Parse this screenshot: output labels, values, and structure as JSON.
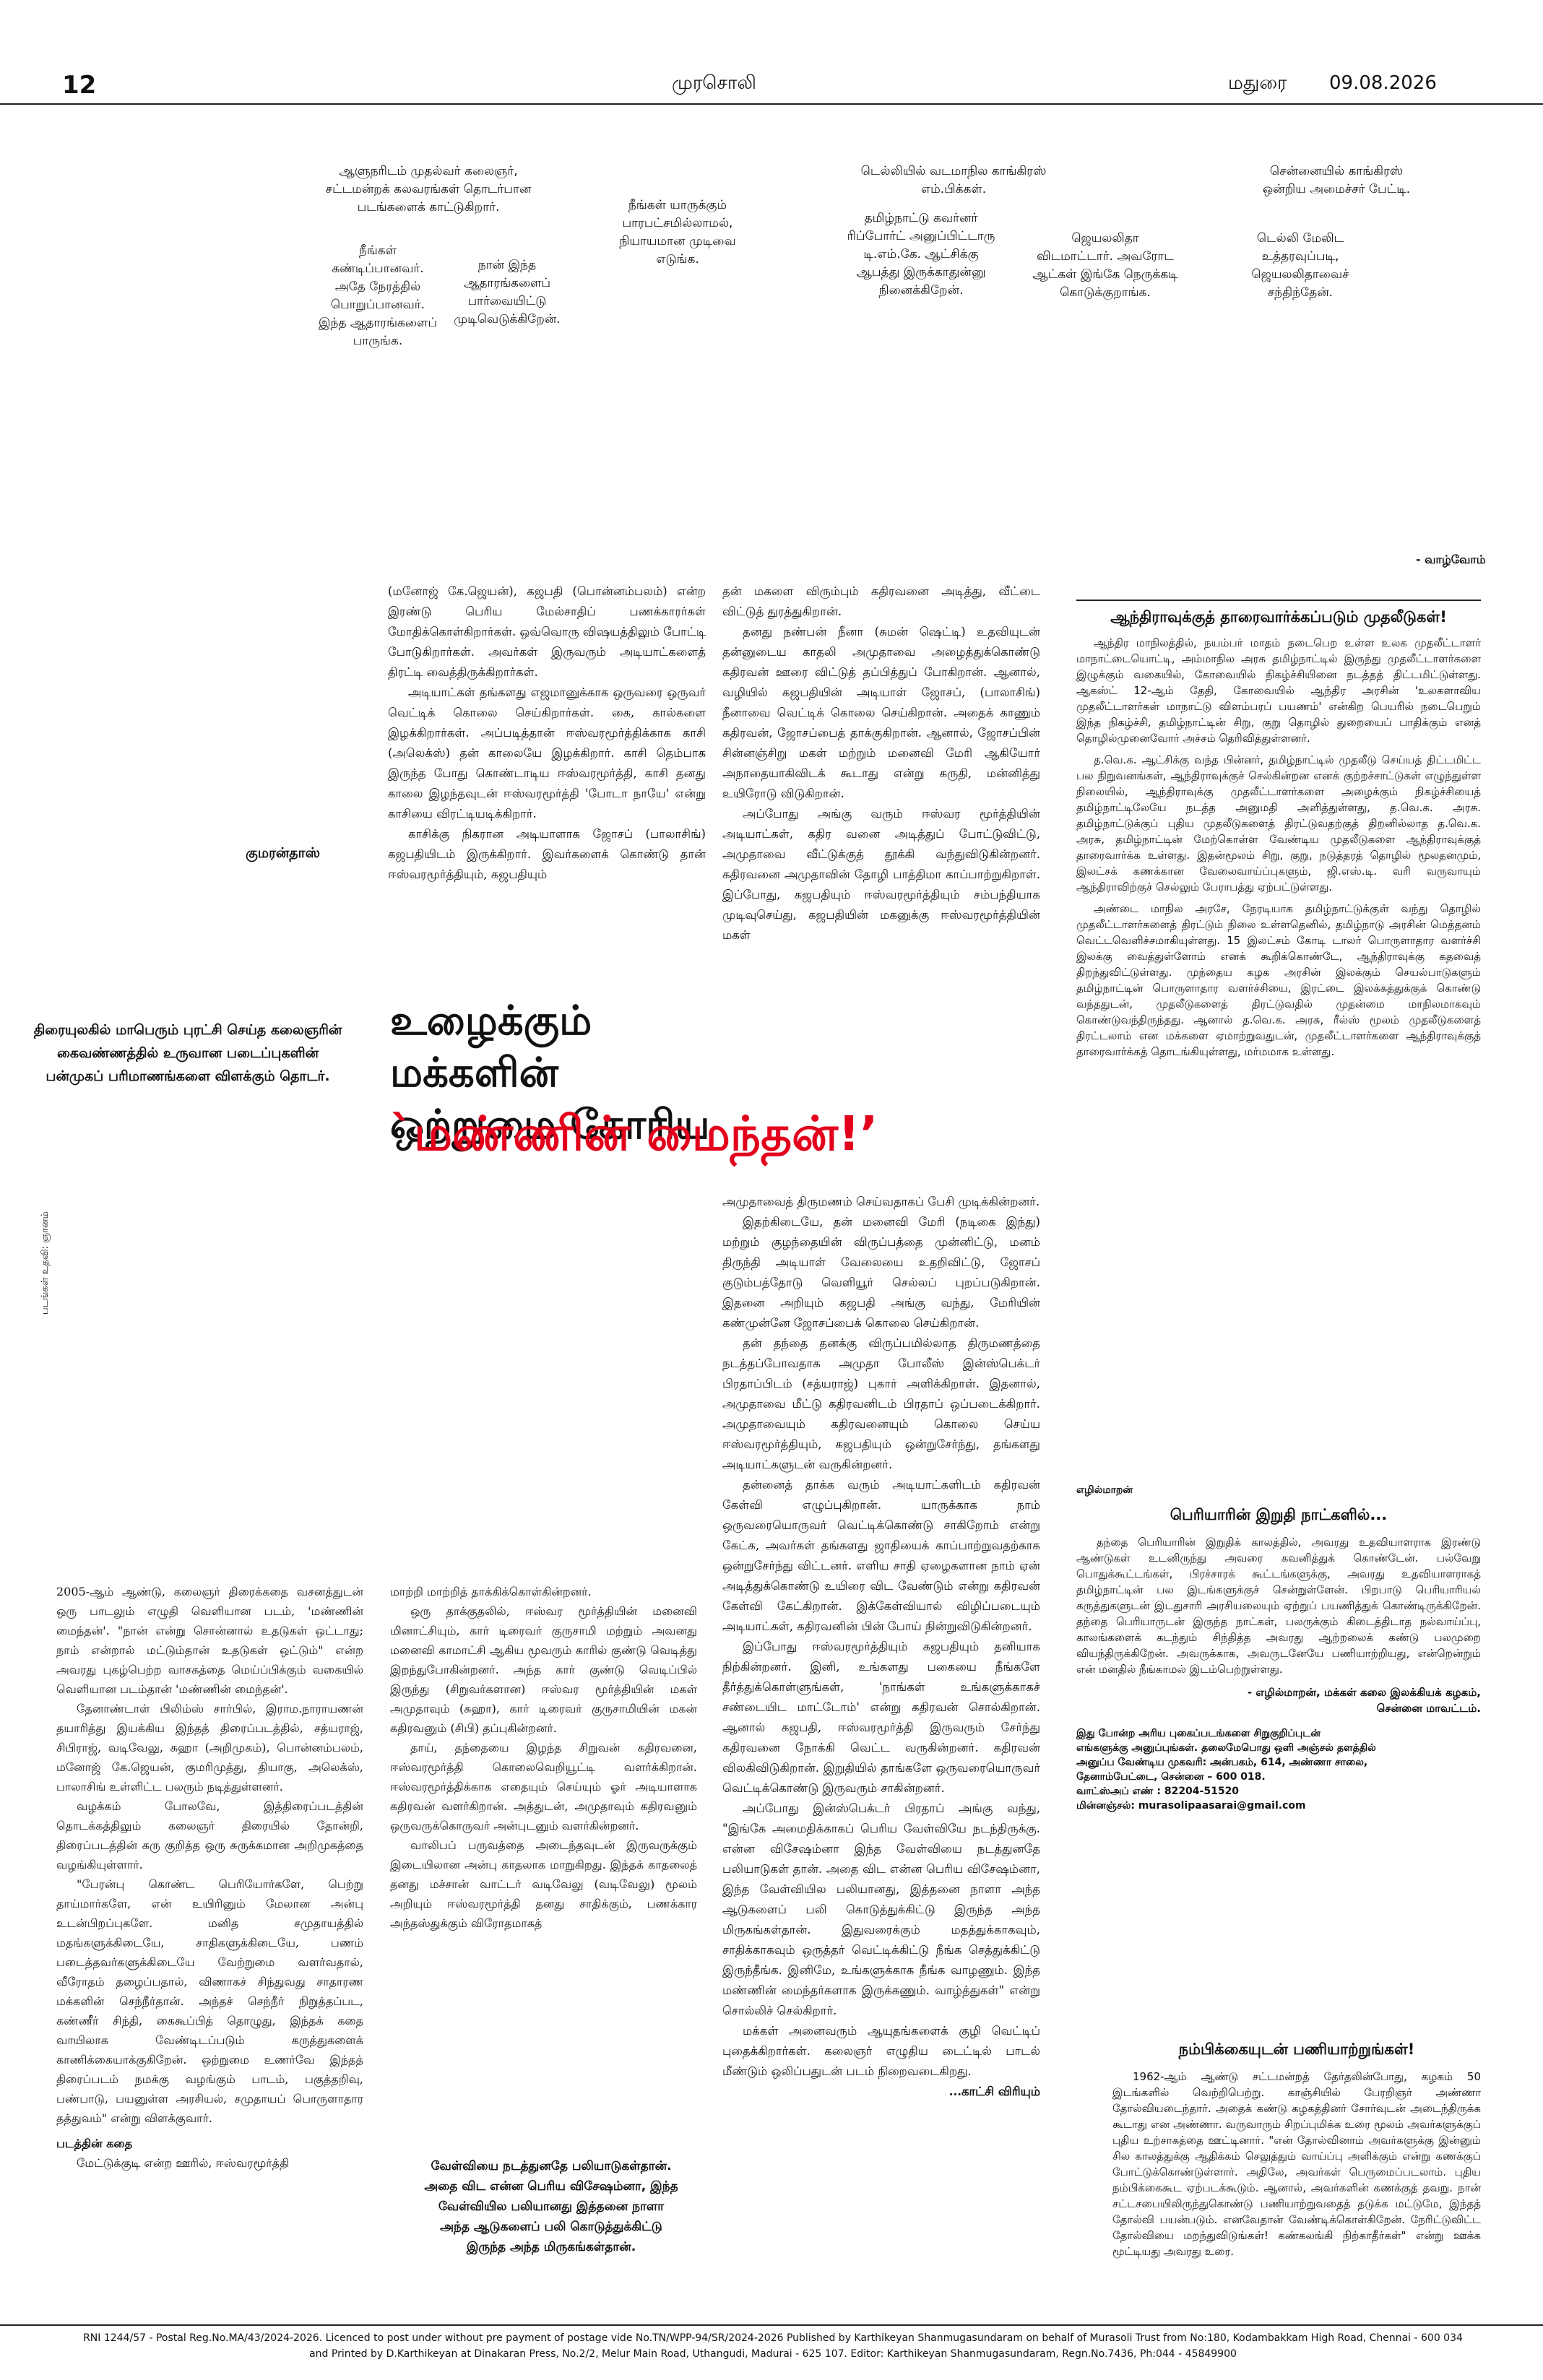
{
  "header": {
    "page_number": "12",
    "paper": "முரசொலி",
    "city": "மதுரை",
    "date": "09.08.2026"
  },
  "film_stills": {
    "c1": "ஆளுநரிடம் முதல்வர் கலைஞர்,\nசட்டமன்றக் கலவரங்கள் தொடர்பான\nபடங்களைக் காட்டுகிறார்.",
    "c2": "நீங்கள்\nகண்டிப்பானவர்.\nஅதே நேரத்தில்\nபொறுப்பானவர்.\nஇந்த ஆதாரங்களைப்\nபாருங்க.",
    "c3": "நான் இந்த\nஆதாரங்களைப்\nபார்வையிட்டு\nமுடிவெடுக்கிறேன்.",
    "c4": "நீங்கள் யாருக்கும்\nபாரபட்சமில்லாமல்,\nநியாயமான முடிவை\nஎடுங்க.",
    "c5": "டெல்லியில் வடமாநில காங்கிரஸ்\nஎம்.பிக்கள்.",
    "c6": "தமிழ்நாட்டு கவர்னர்\nரிப்போர்ட் அனுப்பிட்டாரு\nடி.எம்.கே. ஆட்சிக்கு\nஆபத்து இருக்காதுன்னு\nநினைக்கிறேன்.",
    "c7": "ஜெயலலிதா\nவிடமாட்டார். அவரோட\nஆட்கள் இங்கே நெருக்கடி\nகொடுக்குறாங்க.",
    "c8": "சென்னையில் காங்கிரஸ்\nஒன்றிய அமைச்சர் பேட்டி.",
    "c9": "டெல்லி மேலிட\nஉத்தரவுப்படி,\nஜெயலலிதாவைச்\nசந்திந்தேன்."
  },
  "vaazhvom": "- வாழ்வோம்",
  "author": "குமரன்தாஸ்",
  "side_credit": "படங்கள் உதவி: ஞானம்",
  "intro": "திரையுலகில் மாபெரும் புரட்சி செய்த கலைஞரின் கைவண்ணத்தில் உருவான படைப்புகளின் பன்முகப் பரிமாணங்களை விளக்கும் தொடர்.",
  "headline": {
    "line1": "உழைக்கும் மக்களின்",
    "line2": "ஒற்றுமை கோரிய",
    "line3": "`மண்ணின் மைந்தன்!’"
  },
  "article": {
    "c1_top": [
      "(மனோஜ் கே.ஜெயன்), கஜபதி (பொன்னம்பலம்) என்ற இரண்டு பெரிய மேல்சாதிப் பணக்காரர்கள் மோதிக்கொள்கிறார்கள். ஒவ்வொரு விஷயத்திலும் போட்டி போடுகிறார்கள். அவர்கள் இருவரும் அடியாட்களைத் திரட்டி வைத்திருக்கிறார்கள்.",
      "அடியாட்கள் தங்களது எஜமானுக்காக ஒருவரை ஒருவர் வெட்டிக் கொலை செய்கிறார்கள். கை, கால்களை இழக்கிறார்கள். அப்படித்தான் ஈஸ்வரமூர்த்திக்காக காசி (அலெக்ஸ்) தன் காலையே இழக்கிறார். காசி தெம்பாக இருந்த போது கொண்டாடிய ஈஸ்வரமூர்த்தி, காசி தனது காலை இழந்தவுடன் ஈஸ்வரமூர்த்தி 'போடா நாயே' என்று காசியை விரட்டியடிக்கிறார்.",
      "காசிக்கு நிகரான அடியாளாக ஜோசப் (பாலாசிங்) கஜபதியிடம் இருக்கிறார். இவர்களைக் கொண்டு தான் ஈஸ்வரமூர்த்தியும், கஜபதியும்"
    ],
    "c2_top": [
      "தன் மகளை விரும்பும் கதிரவனை அடித்து, வீட்டை விட்டுத் துரத்துகிறான்.",
      "தனது நண்பன் நீனா (சுமன் ஷெட்டி) உதவியுடன் தன்னுடைய காதலி அமுதாவை அழைத்துக்கொண்டு கதிரவன் ஊரை விட்டுத் தப்பித்துப் போகிறான். ஆனால், வழியில் கஜபதியின் அடியாள் ஜோசப், (பாலாசிங்) நீனாவை வெட்டிக் கொலை செய்கிறான். அதைக் காணும் கதிரவன், ஜோசப்பைத் தாக்குகிறான். ஆனால், ஜோசப்பின் சின்னஞ்சிறு மகள் மற்றும் மனைவி மேரி ஆகியோர் அநாதையாகிவிடக் கூடாது என்று கருதி, மன்னித்து உயிரோடு விடுகிறான்.",
      "அப்போது அங்கு வரும் ஈஸ்வர மூர்த்தியின் அடியாட்கள், கதிர வனை அடித்துப் போட்டுவிட்டு, அமுதாவை வீட்டுக்குத் தூக்கி வந்துவிடுகின்றனர். கதிரவனை அமுதாவின் தோழி பாத்திமா காப்பாற்றுகிறாள். இப்போது, கஜபதியும் ஈஸ்வரமூர்த்தியும் சம்பந்தியாக முடிவுசெய்து, கஜபதியின் மகனுக்கு ஈஸ்வரமூர்த்தியின் மகள்"
    ],
    "c2_mid": [
      "அமுதாவைத் திருமணம் செய்வதாகப் பேசி முடிக்கின்றனர்.",
      "இதற்கிடையே, தன் மனைவி மேரி (நடிகை இந்து) மற்றும் குழந்தையின் விருப்பத்தை முன்னிட்டு, மனம் திருந்தி அடியாள் வேலையை உதறிவிட்டு, ஜோசப் குடும்பத்தோடு வெளியூர் செல்லப் புறப்படுகிறான். இதனை அறியும் கஜபதி அங்கு வந்து, மேரியின் கண்முன்னே ஜோசப்பைக் கொலை செய்கிறான்.",
      "தன் தந்தை தனக்கு விருப்பமில்லாத திருமணத்தை நடத்தப்போவதாக அமுதா போலீஸ் இன்ஸ்பெக்டர் பிரதாப்பிடம் (சத்யராஜ்) புகார் அளிக்கிறாள். இதனால், அமுதாவை மீட்டு கதிரவனிடம் பிரதாப் ஒப்படைக்கிறார். அமுதாவையும் கதிரவனையும் கொலை செய்ய ஈஸ்வரமூர்த்தியும், கஜபதியும் ஒன்றுசேர்ந்து, தங்களது அடியாட்களுடன் வருகின்றனர்.",
      "தன்னைத் தாக்க வரும் அடியாட்களிடம் கதிரவன் கேள்வி எழுப்புகிறான். யாருக்காக நாம் ஒருவரையொருவர் வெட்டிக்கொண்டு சாகிறோம் என்று கேட்க, அவர்கள் தங்களது ஜாதியைக் காப்பாற்றுவதற்காக ஒன்றுசேர்ந்து விட்டனர். எளிய சாதி ஏழைகளான நாம் ஏன் அடித்துக்கொண்டு உயிரை விட வேண்டும் என்று கதிரவன் கேள்வி கேட்கிறான். இக்கேள்வியால் விழிப்படையும் அடியாட்கள், கதிரவனின் பின் போய் நின்றுவிடுகின்றனர்.",
      "இப்போது ஈஸ்வரமூர்த்தியும் கஜபதியும் தனியாக நிற்கின்றனர். இனி, உங்களது பகையை நீங்களே தீர்த்துக்கொள்ளுங்கள், 'நாங்கள் உங்களுக்காகச் சண்டையிட மாட்டோம்' என்று கதிரவன் சொல்கிறான். ஆனால் கஜபதி, ஈஸ்வரமூர்த்தி இருவரும் சேர்ந்து கதிரவனை நோக்கி வெட்ட வருகின்றனர். கதிரவன் விலகிவிடுகிறான். இறுதியில் தாங்களே ஒருவரையொருவர் வெட்டிக்கொண்டு இருவரும் சாகின்றனர்.",
      "அப்போது இன்ஸ்பெக்டர் பிரதாப் அங்கு வந்து, \"இங்கே அமைதிக்காகப் பெரிய வேள்வியே நடந்திருக்கு. என்ன விசேஷம்னா இந்த வேள்வியை நடத்துனதே பலியாடுகள் தான். அதை விட என்ன பெரிய விசேஷம்னா, இந்த வேள்வியில பலியானது, இத்தனை நாளா அந்த ஆடுகளைப் பலி கொடுத்துக்கிட்டு இருந்த அந்த மிருகங்கள்தான். இதுவரைக்கும் மதத்துக்காகவும், சாதிக்காகவும் ஒருத்தர் வெட்டிக்கிட்டு நீங்க செத்துக்கிட்டு இருந்தீங்க. இனிமே, உங்களுக்காக நீங்க வாழணும். இந்த மண்ணின் மைந்தர்களாக இருக்கணும். வாழ்த்துகள்\" என்று சொல்லிச் செல்கிறார்.",
      "மக்கள் அனைவரும் ஆயுதங்களைக் குழி வெட்டிப் புதைக்கிறார்கள். கலைஞர் எழுதிய டைட்டில் பாடல் மீண்டும் ஒலிப்பதுடன் படம் நிறைவடைகிறது."
    ],
    "continued": "...காட்சி விரியும்",
    "bottom_c1": [
      "2005-ஆம் ஆண்டு, கலைஞர் திரைக்கதை வசனத்துடன் ஒரு பாடலும் எழுதி வெளியான படம், 'மண்ணின் மைந்தன்'. \"நான் என்று சொன்னால் உதடுகள் ஒட்டாது; நாம் என்றால் மட்டும்தான் உதடுகள் ஒட்டும்\" என்ற அவரது புகழ்பெற்ற வாசகத்தை மெய்ப்பிக்கும் வகையில் வெளியான படம்தான் 'மண்ணின் மைந்தன்'.",
      "தேனாண்டாள் பிலிம்ஸ் சார்பில், இராம.நாராயணன் தயாரித்து இயக்கிய இந்தத் திரைப்படத்தில், சத்யராஜ், சிபிராஜ், வடிவேலு, சுஹா (அறிமுகம்), பொன்னம்பலம், மனோஜ் கே.ஜெயன், குமரிமுத்து, தியாகு, அலெக்ஸ், பாலாசிங் உள்ளிட்ட பலரும் நடித்துள்ளனர்.",
      "வழக்கம் போலவே, இத்திரைப்படத்தின் தொடக்கத்திலும் கலைஞர் திரையில் தோன்றி, திரைப்படத்தின் கரு குறித்த ஒரு சுருக்கமான அறிமுகத்தை வழங்கியுள்ளார்.",
      "\"பேரன்பு கொண்ட பெரியோர்களே, பெற்று தாய்மார்களே, என் உயிரினும் மேலான அன்பு உடன்பிறப்புகளே. மனித சமுதாயத்தில் மதங்களுக்கிடையே, சாதிகளுக்கிடையே, பணம் படைத்தவர்களுக்கிடையே வேற்றுமை வளர்வதால், வீரோதம் தழைப்பதால், விணாகச் சிந்துவது சாதாரண மக்களின் செந்நீர்தான். அந்தச் செந்நீர் நிறுத்தப்பட, கண்ணீர் சிந்தி, கைகூப்பித் தொழுது, இந்தக் கதை வாயிலாக வேண்டிடப்படும் கருத்துகளைக் காணிக்கையாக்குகிறேன். ஒற்றுமை உணர்வே இந்தத் திரைப்படம் நமக்கு வழங்கும் பாடம், பகுத்தறிவு, பண்பாடு, பயனுள்ள அரசியல், சமுதாயப் பொருளாதார தத்துவம்\" என்று விளக்குவார்."
    ],
    "bottom_c1_subhead": "படத்தின் கதை",
    "bottom_c1_tail": "மேட்டுக்குடி என்ற ஊரில், ஈஸ்வரமூர்த்தி",
    "bottom_c2": [
      "மாற்றி மாற்றித் தாக்கிக்கொள்கின்றனர்.",
      "ஒரு தாக்குதலில், ஈஸ்வர மூர்த்தியின் மனைவி மினாட்சியும், கார் டிரைவர் குருசாமி மற்றும் அவனது மனைவி காமாட்சி ஆகிய மூவரும் காரில் குண்டு வெடித்து இறந்துபோகின்றனர். அந்த கார் குண்டு வெடிப்பில் இருந்து (சிறுவர்களான) ஈஸ்வர மூர்த்தியின் மகள் அமுதாவும் (சுஹா), கார் டிரைவர் குருசாமியின் மகன் கதிரவனும் (சிபி) தப்புகின்றனர்.",
      "தாய், தந்தையை இழந்த சிறுவன் கதிரவனை, ஈஸ்வரமூர்த்தி கொலைவெறியூட்டி வளர்க்கிறான். ஈஸ்வரமூர்த்திக்காக எதையும் செய்யும் ஓர் அடியாளாக கதிரவன் வளர்கிறான். அத்துடன், அமுதாவும் கதிரவனும் ஒருவருக்கொருவர் அன்புடனும் வளர்கின்றனர்.",
      "வாலிபப் பருவத்தை அடைந்தவுடன் இருவருக்கும் இடையிலான அன்பு காதலாக மாறுகிறது. இந்தக் காதலைத் தனது மச்சான் வாட்டர் வடிவேலு (வடிவேலு) மூலம் அறியும் ஈஸ்வரமூர்த்தி தனது சாதிக்கும், பணக்கார அந்தஸ்துக்கும் விரோதமாகத்"
    ]
  },
  "quote": {
    "l1": "வேள்வியை நடத்துனதே பலியாடுகள்தான்.",
    "l2": "அதை விட என்ன பெரிய விசேஷம்னா, இந்த",
    "l3": "வேள்வியில பலியானது இத்தனை நாளா",
    "l4": "அந்த ஆடுகளைப் பலி கொடுத்துக்கிட்டு",
    "l5": "இருந்த அந்த மிருகங்கள்தான்."
  },
  "box1": {
    "title": "ஆந்திராவுக்குத் தாரைவார்க்கப்படும் முதலீடுகள்!",
    "paras": [
      "ஆந்திர மாநிலத்தில், நயம்பர் மாதம் நடைபெற உள்ள உலக முதலீட்டாளர் மாநாட்டையொட்டி, அம்மாநில அரசு தமிழ்நாட்டில் இருந்து முதலீட்டாளர்களை இழுக்கும் வகையில், கோவையில் நிகழ்ச்சியினை நடத்தத் திட்டமிட்டுள்ளது. ஆகஸ்ட் 12-ஆம் தேதி, கோவையில் ஆந்திர அரசின் 'உலகளாவிய முதலீட்டாளர்கள் மாநாட்டு விளம்பரப் பயணம்' என்கிற பெயரில் நடைபெறும் இந்த நிகழ்ச்சி, தமிழ்நாட்டின் சிறு, குறு தொழில் துறையைப் பாதிக்கும் எனத் தொழில்முனைவோர் அச்சம் தெரிவித்துள்ளனர்.",
      "த.வெ.க. ஆட்சிக்கு வந்த பின்னர், தமிழ்நாட்டில் முதலீடு செய்யத் திட்டமிட்ட பல நிறுவனங்கள், ஆந்திராவுக்குச் செல்கின்றன எனக் குற்றச்சாட்டுகள் எழுந்துள்ள நிலையில், ஆந்திராவுக்கு முதலீட்டாளர்களை அழைக்கும் நிகழ்ச்சியைத் தமிழ்நாட்டிலேயே நடத்த அனுமதி அளித்துள்ளது, த.வெ.க. அரசு. தமிழ்நாட்டுக்குப் புதிய முதலீடுகளைத் திரட்டுவதற்குத் திறனில்லாத த.வெ.க. அரசு, தமிழ்நாட்டின் மேற்கொள்ள வேண்டிய முதலீடுகளை ஆந்திராவுக்குத் தாரைவார்க்க உள்ளது. இதன்மூலம் சிறு, குறு, நடுத்தரத் தொழில் மூலதனமும், இலட்சக் கணக்கான வேலைவாய்ப்புகளும், ஜி.எஸ்.டி. வரி வருவாயும் ஆந்திராவிற்குச் செல்லும் பேராபத்து ஏற்பட்டுள்ளது.",
      "அண்டை மாநில அரசே, நேரடியாக தமிழ்நாட்டுக்குள் வந்து தொழில் முதலீட்டாளர்களைத் திரட்டும் நிலை உள்ளதெனில், தமிழ்நாடு அரசின் மெத்தனம் வெட்டவெளிச்சமாகியுள்ளது. 15 இலட்சம் கோடி டாலர் பொருளாதார வளர்ச்சி இலக்கு வைத்துள்ளோம் எனக் கூறிக்கொண்டே, ஆந்திராவுக்கு கதவைத் திறந்துவிட்டுள்ளது. முந்தைய கழக அரசின் இலக்கும் செயல்பாடுகளும் தமிழ்நாட்டின் பொருளாதார வளர்ச்சியை, இரட்டை இலக்கத்துக்குக் கொண்டு வந்ததுடன், முதலீடுகளைத் திரட்டுவதில் முதன்மை மாநிலமாகவும் கொண்டுவந்திருந்தது. ஆனால் த.வெ.க. அரசு, ரீல்ஸ் மூலம் முதலீடுகளைத் திரட்டலாம் என மக்களை ஏமாற்றுவதுடன், முதலீட்டாளர்களை ஆந்திராவுக்குத் தாரைவார்க்கத் தொடங்கியுள்ளது, மர்மமாக உள்ளது."
    ]
  },
  "box2": {
    "author": "எழில்மாறன்",
    "title": "பெரியாரின் இறுதி நாட்களில்...",
    "para": "தந்தை பெரியாரின் இறுதிக் காலத்தில், அவரது உதவியாளராக இரண்டு ஆண்டுகள் உடனிருந்து அவரை கவனித்துக் கொண்டேன். பல்வேறு பொதுக்கூட்டங்கள், பிரச்சாரக் கூட்டங்களுக்கு, அவரது உதவியாளராகத் தமிழ்நாட்டின் பல இடங்களுக்குச் சென்றுள்ளேன். பிறபாடு பெரியாரியல் கருத்துகளுடன் இடதுசாரி அரசியலையும் ஏற்றுப் பயணித்துக் கொண்டிருக்கிறேன். தந்தை பெரியாருடன் இருந்த நாட்கள், பலருக்கும் கிடைத்திடாத நல்வாய்ப்பு, காலங்களைக் கடந்தும் சிந்தித்த அவரது ஆற்றலைக் கண்டு பலமுறை வியந்திருக்கிறேன். அவருக்காக, அவருடனேயே பணியாற்றியது, என்றென்றும் என் மனதில் நீங்காமல் இடம்பெற்றுள்ளது.",
    "sign1": "- எழில்மாறன், மக்கள் கலை இலக்கியக் கழகம்,",
    "sign2": "சென்னை மாவட்டம்.",
    "note1": "இது போன்ற அரிய புகைப்படங்களை சிறுகுறிப்புடன்",
    "note2": "எங்களுக்கு அனுப்புங்கள். தலைமேபொது ஒளி அஞ்சல் தளத்தில்",
    "note3": "அனுப்ப வேண்டிய முகவரி: அன்பகம், 614, அண்ணா சாலை,",
    "note4": "தேனாம்பேட்டை, சென்னை – 600 018.",
    "note5": "வாட்ஸ்அப் எண் : 82204-51520",
    "note6": "மின்னஞ்சல்: murasolipaasarai@gmail.com"
  },
  "box3": {
    "title": "நம்பிக்கையுடன் பணியாற்றுங்கள்!",
    "para": "1962-ஆம் ஆண்டு சட்டமன்றத் தேர்தலின்போது, கழகம் 50 இடங்களில் வெற்றிபெற்று. காஞ்சியில் பேரறிஞர் அண்ணா தோல்வியடைந்தார். அதைக் கண்டு கழகத்தினர் சோர்வுடன் அடைந்திருக்க கூடாது என அண்ணா. வருவாரும் சிறப்புமிக்க உரை மூலம் அவர்களுக்குப் புதிய உற்சாகத்தை ஊட்டினார். \"என் தோல்வினாம் அவர்களுக்கு இன்னும் சில காலத்துக்கு ஆதிக்கம் செலுத்தும் வாய்ப்பு அளிக்கும் என்று கணக்குப் போட்டுக்கொண்டுள்ளார். அதிலே, அவர்கள் பெருமைப்படலாம். புதிய நம்பிக்கைகூட ஏற்படக்கூடும். ஆனால், அவர்களின் கணக்குத் தவறு. நான் சட்டசபையிலிருந்துகொண்டு பணியாற்றுவதைத் தடுக்க மட்டுமே, இந்தத் தோல்வி பயன்படும். எனவேதான் வேண்டிக்கொள்கிறேன். நேரிட்டுவிட்ட தோல்வியை மறந்துவிடுங்கள்! கண்கலங்கி நிற்காதீர்கள்\" என்று ஊக்க மூட்டியது அவரது உரை."
  },
  "footer": {
    "l1": "RNI 1244/57 - Postal Reg.No.MA/43/2024-2026. Licenced to post under without pre payment of postage vide No.TN/WPP-94/SR/2024-2026 Published by Karthikeyan Shanmugasundaram on behalf of Murasoli Trust from No:180, Kodambakkam High Road, Chennai - 600 034",
    "l2": "and Printed by D.Karthikeyan at Dinakaran Press, No.2/2, Melur Main Road, Uthangudi, Madurai - 625 107. Editor: Karthikeyan Shanmugasundaram, Regn.No.7436, Ph:044 - 45849900"
  },
  "colors": {
    "headline_red": "#e3001b",
    "text": "#111111"
  }
}
